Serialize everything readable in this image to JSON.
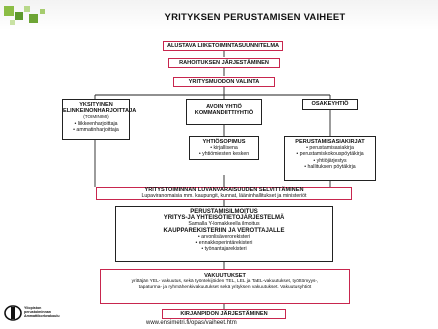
{
  "title": "YRITYKSEN PERUSTAMISEN VAIHEET",
  "steps": {
    "s1": "ALUSTAVA LIIKETOIMINTASUUNNITELMA",
    "s2": "RAHOITUKSEN JÄRJESTÄMINEN",
    "s3": "YRITYSMUODON VALINTA"
  },
  "forms": {
    "left": {
      "title1": "YKSITYINEN",
      "title2": "ELINKEINONHARJOITTAJA",
      "sub": "(TOIMINIMI)",
      "items": [
        "• liikkeenharjoittaja",
        "• ammatinharjoittaja"
      ]
    },
    "middle": {
      "title1": "AVOIN YHTIÖ",
      "title2": "KOMMANDIITTIYHTIÖ"
    },
    "right": {
      "title": "OSAKEYHTIÖ"
    },
    "contract": {
      "title": "YHTIÖSOPIMUS",
      "items": [
        "• kirjallisena",
        "• yhtiömiesten kesken"
      ]
    },
    "docs": {
      "title": "PERUSTAMISASIAKIRJAT",
      "items": [
        "• perustamisasiakirja",
        "• perustamiskokouspöytäkirja",
        "• yhtiöjärjestys",
        "• hallituksen pöytäkirja"
      ]
    }
  },
  "permits": {
    "title": "YRITYSTOIMINNAN LUVANVARAISUUDEN SELVITTÄMINEN",
    "text": "Lupaviranomaisia mm. kaupungit, kunnat, lääninhallitukset ja ministeriöt"
  },
  "registration": {
    "line1": "PERUSTAMISILMOITUS",
    "line2": "YRITYS-JA YHTEISÖTIETOJÄRJESTELMÄ",
    "line3": "Samalla Y-lomakkeella ilmoitus",
    "line4": "KAUPPAREKISTERIIN JA VEROTTAJALLE",
    "items": [
      "• arvonlisäverorekisteri",
      "• ennakkoperintärekisteri",
      "• työnantajarekisteri"
    ]
  },
  "insurance": {
    "title": "VAKUUTUKSET",
    "line1": "yrittäjän YEL- vakuutus, sekä työntekijöiden TEL, LEL ja TaEL-vakuutukset, työttömyys-,",
    "line2": "tapaturma- ja ryhmähenkivakuutukset sekä yrityksen vakuutukset. Vakuutusyhtiöt"
  },
  "bookkeeping": "KIRJANPIDON JÄRJESTÄMINEN",
  "footer": {
    "url": "www.ensimetri.fi/opas/vaiheet.htm",
    "logo_lines": [
      "Yliopiston",
      "perustoiminnan",
      "Ammattikorkeakoulu"
    ]
  },
  "colors": {
    "accent": "#c8264e",
    "logo_green": "#7fb03a",
    "logo_dark": "#3d6b1e"
  }
}
